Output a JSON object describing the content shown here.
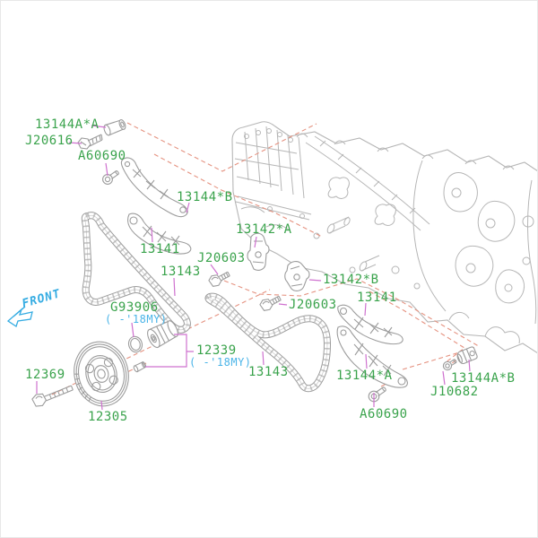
{
  "colors": {
    "label-green": "#3aa34c",
    "note-blue": "#4ab4e8",
    "leader-magenta": "#cf72cf",
    "dashed-salmon": "#e59280",
    "line-gray": "#9c9c9c",
    "engine-gray": "#b6b6b6",
    "front-blue": "#35ace2"
  },
  "front_marker": {
    "label": "FRONT"
  },
  "callouts": {
    "c13144aa_top": {
      "text": "13144A*A"
    },
    "j20616": {
      "text": "J20616"
    },
    "a60690_left": {
      "text": "A60690"
    },
    "c13144b": {
      "text": "13144*B"
    },
    "c13141_left": {
      "text": "13141"
    },
    "c13142a": {
      "text": "13142*A"
    },
    "j20603_left": {
      "text": "J20603"
    },
    "c13143_left": {
      "text": "13143"
    },
    "c13142b": {
      "text": "13142*B"
    },
    "j20603_right": {
      "text": "J20603"
    },
    "c13141_right": {
      "text": "13141"
    },
    "g93906": {
      "text": "G93906",
      "note": "( -'18MY)"
    },
    "c12339": {
      "text": "12339",
      "note": "( -'18MY)"
    },
    "c13143_right": {
      "text": "13143"
    },
    "c13144a_bottom": {
      "text": "13144*A"
    },
    "a60690_right": {
      "text": "A60690"
    },
    "j10682": {
      "text": "J10682"
    },
    "c13144ab_bottom": {
      "text": "13144A*B"
    },
    "c12369": {
      "text": "12369"
    },
    "c12305": {
      "text": "12305"
    }
  }
}
